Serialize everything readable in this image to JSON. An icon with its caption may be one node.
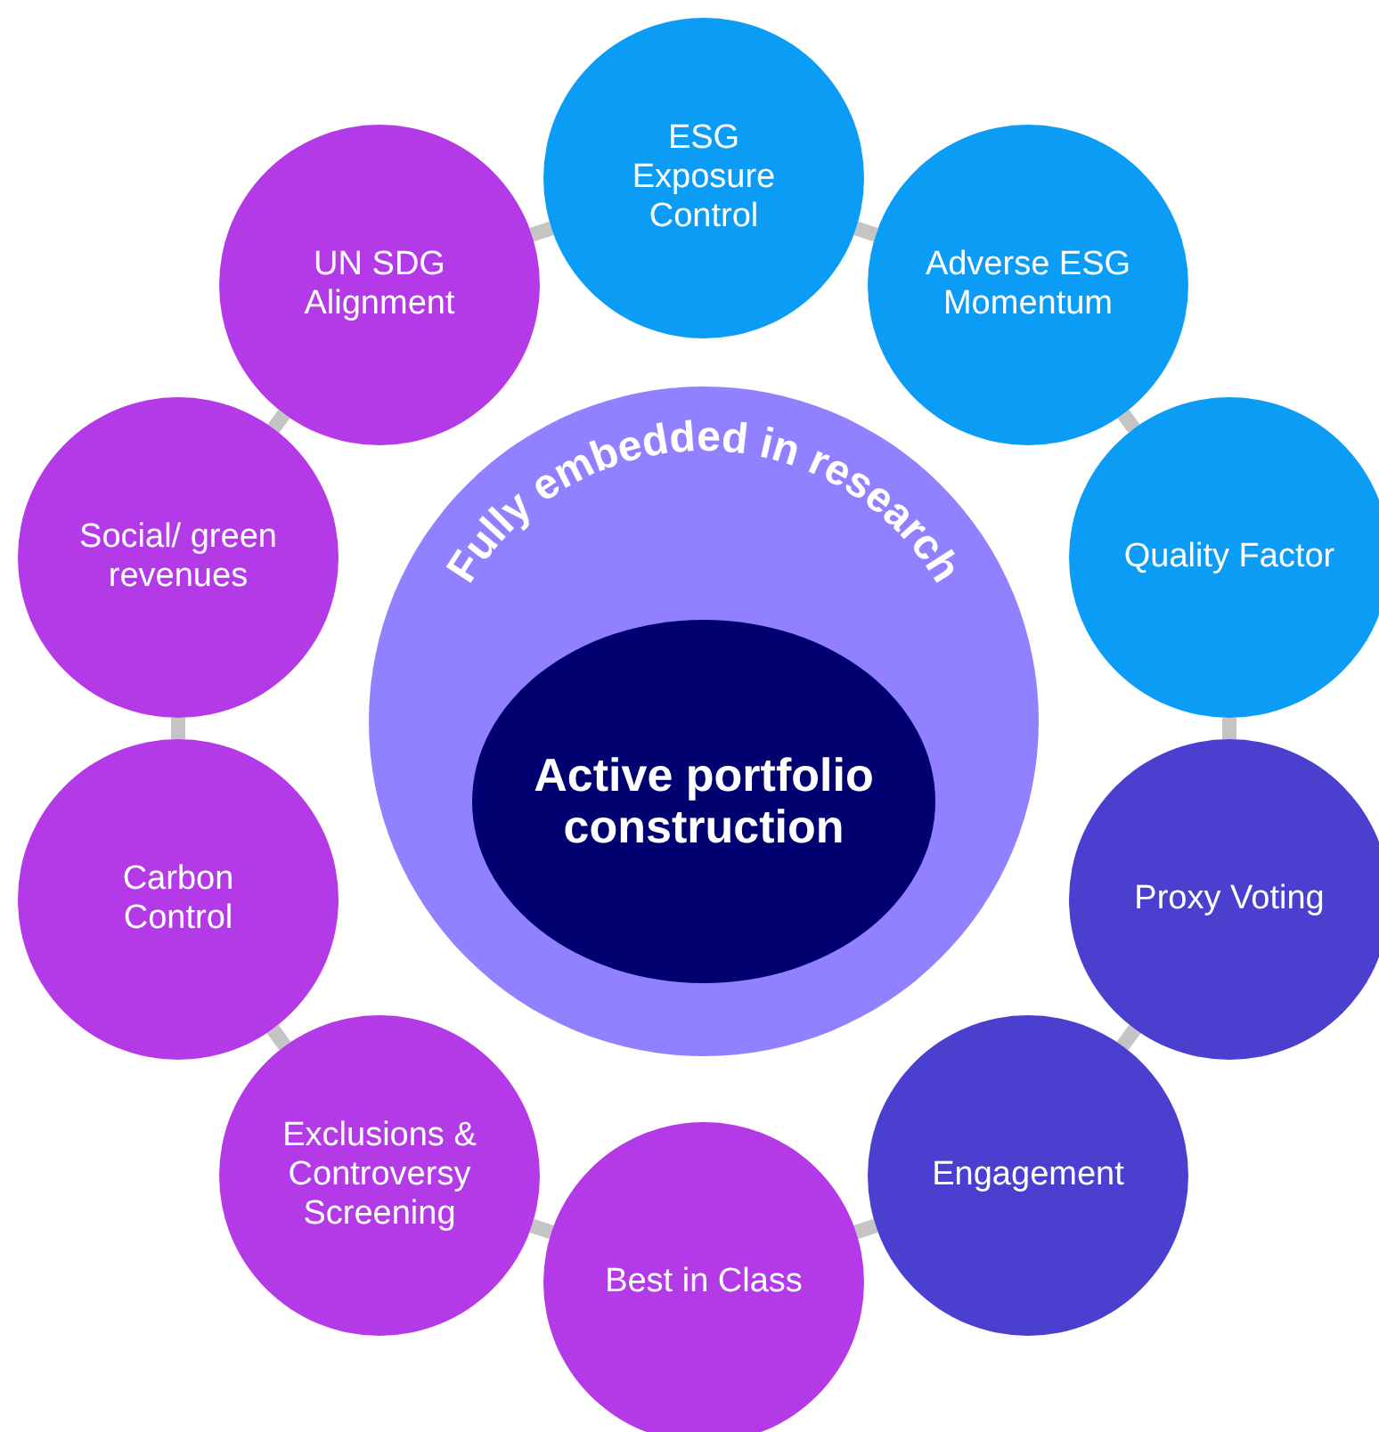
{
  "diagram": {
    "nodes": [
      {
        "text": [
          "Fully embedded in research"
        ]
      },
      {
        "text": [
          "Active portfolio construction"
        ],
        "in": 0
      },
      {
        "text": [
          "ESG Exposure Control"
        ]
      },
      {
        "text": [
          "Adverse ESG Momentum"
        ]
      },
      {
        "text": [
          "Quality Factor"
        ]
      },
      {
        "text": [
          "Proxy Voting"
        ]
      },
      {
        "text": [
          "Engagement"
        ]
      },
      {
        "text": [
          "Best in Class"
        ]
      },
      {
        "text": [
          "Exclusions & Controversy Screening"
        ]
      },
      {
        "text": [
          "Carbon Control"
        ]
      },
      {
        "text": [
          "Social/ green revenues"
        ]
      },
      {
        "text": [
          "UN SDG Alignment"
        ]
      }
    ],
    "edges": [
      {
        "from": 2,
        "to": 3,
        "arrow": "none"
      },
      {
        "from": 3,
        "to": 4,
        "arrow": "none"
      },
      {
        "from": 4,
        "to": 5,
        "arrow": "none"
      },
      {
        "from": 5,
        "to": 6,
        "arrow": "none"
      },
      {
        "from": 6,
        "to": 7,
        "arrow": "none"
      },
      {
        "from": 7,
        "to": 8,
        "arrow": "none"
      },
      {
        "from": 8,
        "to": 9,
        "arrow": "none"
      },
      {
        "from": 9,
        "to": 10,
        "arrow": "none"
      },
      {
        "from": 10,
        "to": 11,
        "arrow": "none"
      },
      {
        "from": 11,
        "to": 2,
        "arrow": "none"
      }
    ]
  }
}
